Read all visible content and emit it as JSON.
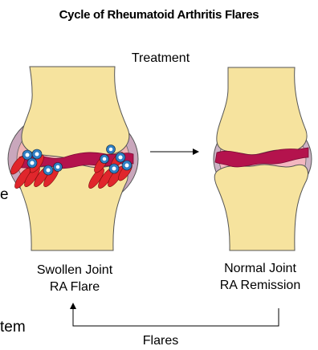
{
  "title": "Cycle of Rheumatoid Arthritis Flares",
  "treatment_label": "Treatment",
  "flares_label": "Flares",
  "left_joint": {
    "line1": "Swollen Joint",
    "line2": "RA Flare"
  },
  "right_joint": {
    "line1": "Normal Joint",
    "line2": "RA Remission"
  },
  "cutoff_text": {
    "fragment1": "e",
    "fragment2": "tem"
  },
  "colors": {
    "bone": "#f6e39e",
    "capsule": "#c9a7bc",
    "synovium_swollen": "#f0b4b4",
    "synovium_normal": "#f3b7c0",
    "cartilage": "#b4134d",
    "inflammatory_cell": "#e0262c",
    "immune_cell": "#2f7fc4"
  }
}
